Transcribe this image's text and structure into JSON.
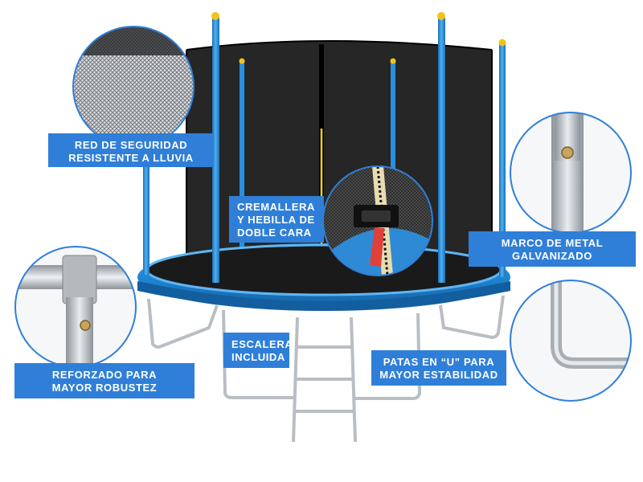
{
  "callouts": {
    "net": {
      "text": "RED DE SEGURIDAD\nRESISTENTE A LLUVIA",
      "icon": "safety-net-closeup"
    },
    "zipper": {
      "text": "CREMALLERA\nY HEBILLA DE\nDOBLE CARA",
      "icon": "zipper-buckle-closeup"
    },
    "frame": {
      "text": "MARCO DE METAL\nGALVANIZADO",
      "icon": "galvanized-pole-closeup"
    },
    "reinforced": {
      "text": "REFORZADO PARA\nMAYOR ROBUSTEZ",
      "icon": "t-joint-closeup"
    },
    "ladder": {
      "text": "ESCALERA\nINCLUIDA"
    },
    "legs": {
      "text": "PATAS EN “U” PARA\nMAYOR ESTABILIDAD",
      "icon": "u-leg-closeup"
    }
  },
  "colors": {
    "label_bg": "#2f7fd8",
    "pad_blue": "#1f8ad8",
    "pole_blue": "#2a8fdc",
    "net": "#1c1c1c",
    "metal": "#b9bec4",
    "cap_yellow": "#f2c21b"
  }
}
